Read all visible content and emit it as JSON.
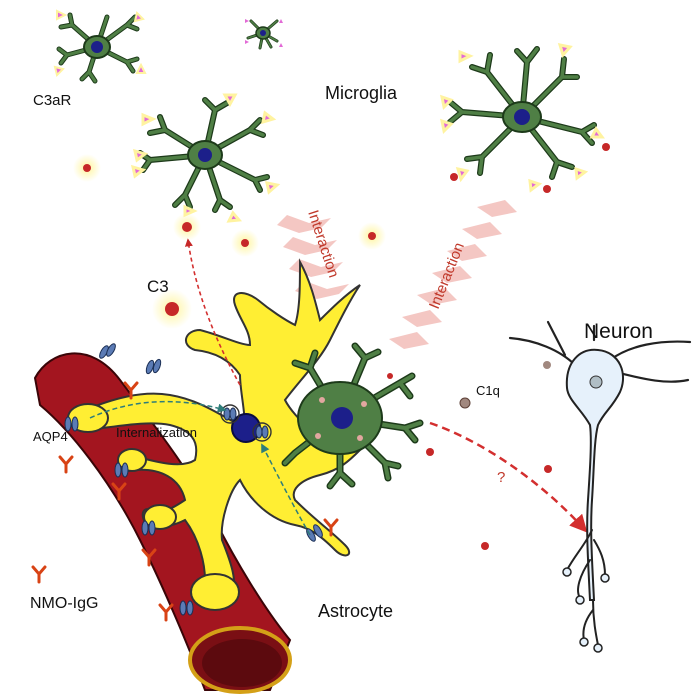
{
  "labels": {
    "microglia": "Microglia",
    "c3ar": "C3aR",
    "c3": "C3",
    "c1q": "C1q",
    "neuron": "Neuron",
    "aqp4": "AQP4",
    "internalization": "Internalization",
    "nmo_igg": "NMO-IgG",
    "astrocyte": "Astrocyte",
    "interaction_left": "Interaction",
    "interaction_right": "Interaction",
    "question": "?"
  },
  "colors": {
    "microglia_body": "#4f7f45",
    "microglia_outline": "#1d3a1a",
    "nucleus": "#1c1f8a",
    "receptor": "#e26ad6",
    "receptor_glow": "#fff3a0",
    "c3_particle": "#c62828",
    "c3_glow": "#fff59d",
    "astrocyte": "#ffee33",
    "astrocyte_outline": "#333333",
    "vessel": "#a3151f",
    "vessel_inner": "#7a0f14",
    "antibody": "#d84315",
    "aqp4": "#5b7bb5",
    "neuron_body": "#e6f1fb",
    "interaction_arrow": "#f4c7c3",
    "interaction_text": "#c0392b",
    "dashed_red": "#d32f2f",
    "dashed_teal": "#2e7d7a"
  }
}
